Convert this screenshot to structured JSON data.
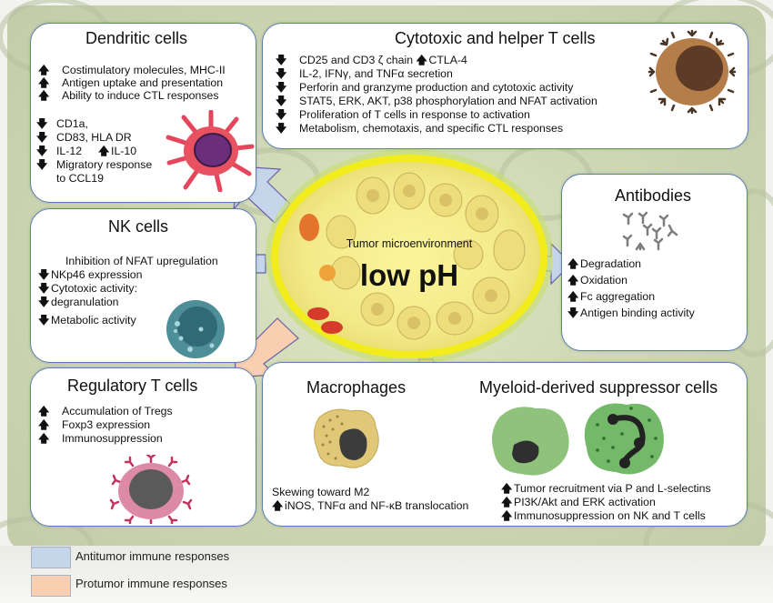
{
  "center": {
    "subtitle": "Tumor microenvironment",
    "title": "low pH"
  },
  "colors": {
    "antitumor": "#c5d5ea",
    "protumor": "#f8cfb0",
    "ellipse_ring": "#f2ec1c",
    "box_border": "#5a7fb6"
  },
  "dendritic": {
    "title": "Dendritic cells",
    "up": [
      "Costimulatory molecules, MHC-II",
      "Antigen uptake and presentation",
      "Ability to induce CTL responses"
    ],
    "down": [
      "CD1a,",
      "CD83, HLA DR",
      "IL-12",
      "Migratory response",
      "to CCL19"
    ],
    "il10": "IL-10",
    "icon": "dendritic-cell-icon"
  },
  "tcells": {
    "title": "Cytotoxic and helper T cells",
    "items": [
      "CD25 and CD3 ζ chain",
      "IL-2,  IFNγ, and TNFα secretion",
      "Perforin and granzyme production and cytotoxic activity",
      "STAT5, ERK, AKT, p38 phosphorylation and NFAT activation",
      "Proliferation  of T cells in response to activation",
      "Metabolism, chemotaxis, and specific CTL responses"
    ],
    "ctla4": "CTLA-4",
    "icon": "t-cell-icon"
  },
  "nk": {
    "title": "NK cells",
    "items": [
      "Inhibition of NFAT upregulation",
      "NKp46 expression",
      "Cytotoxic activity:",
      "degranulation",
      "Metabolic activity"
    ],
    "icon": "nk-cell-icon"
  },
  "antibodies": {
    "title": "Antibodies",
    "items": [
      "Degradation",
      "Oxidation",
      "Fc aggregation",
      "Antigen binding activity"
    ],
    "directions": [
      "up",
      "up",
      "up",
      "down"
    ],
    "icon": "antibody-icon"
  },
  "tregs": {
    "title": "Regulatory T cells",
    "items": [
      "Accumulation of Tregs",
      "Foxp3 expression",
      "Immunosuppression"
    ],
    "icon": "treg-cell-icon"
  },
  "macrophages": {
    "title": "Macrophages",
    "items": [
      "Skewing toward M2",
      "iNOS, TNFα and NF-κB translocation"
    ],
    "icon": "macrophage-icon"
  },
  "mdsc": {
    "title": "Myeloid-derived suppressor cells",
    "items": [
      "Tumor recruitment via P and L-selectins",
      "PI3K/Akt and ERK activation",
      "Immunosuppression on NK and T cells"
    ],
    "icon": "mdsc-icon"
  },
  "legend": [
    {
      "label": "Antitumor immune responses",
      "color": "#c5d5ea"
    },
    {
      "label": "Protumor immune responses",
      "color": "#f8cfb0"
    }
  ],
  "glyphs": {
    "up": "🡅",
    "down": "🡇"
  }
}
